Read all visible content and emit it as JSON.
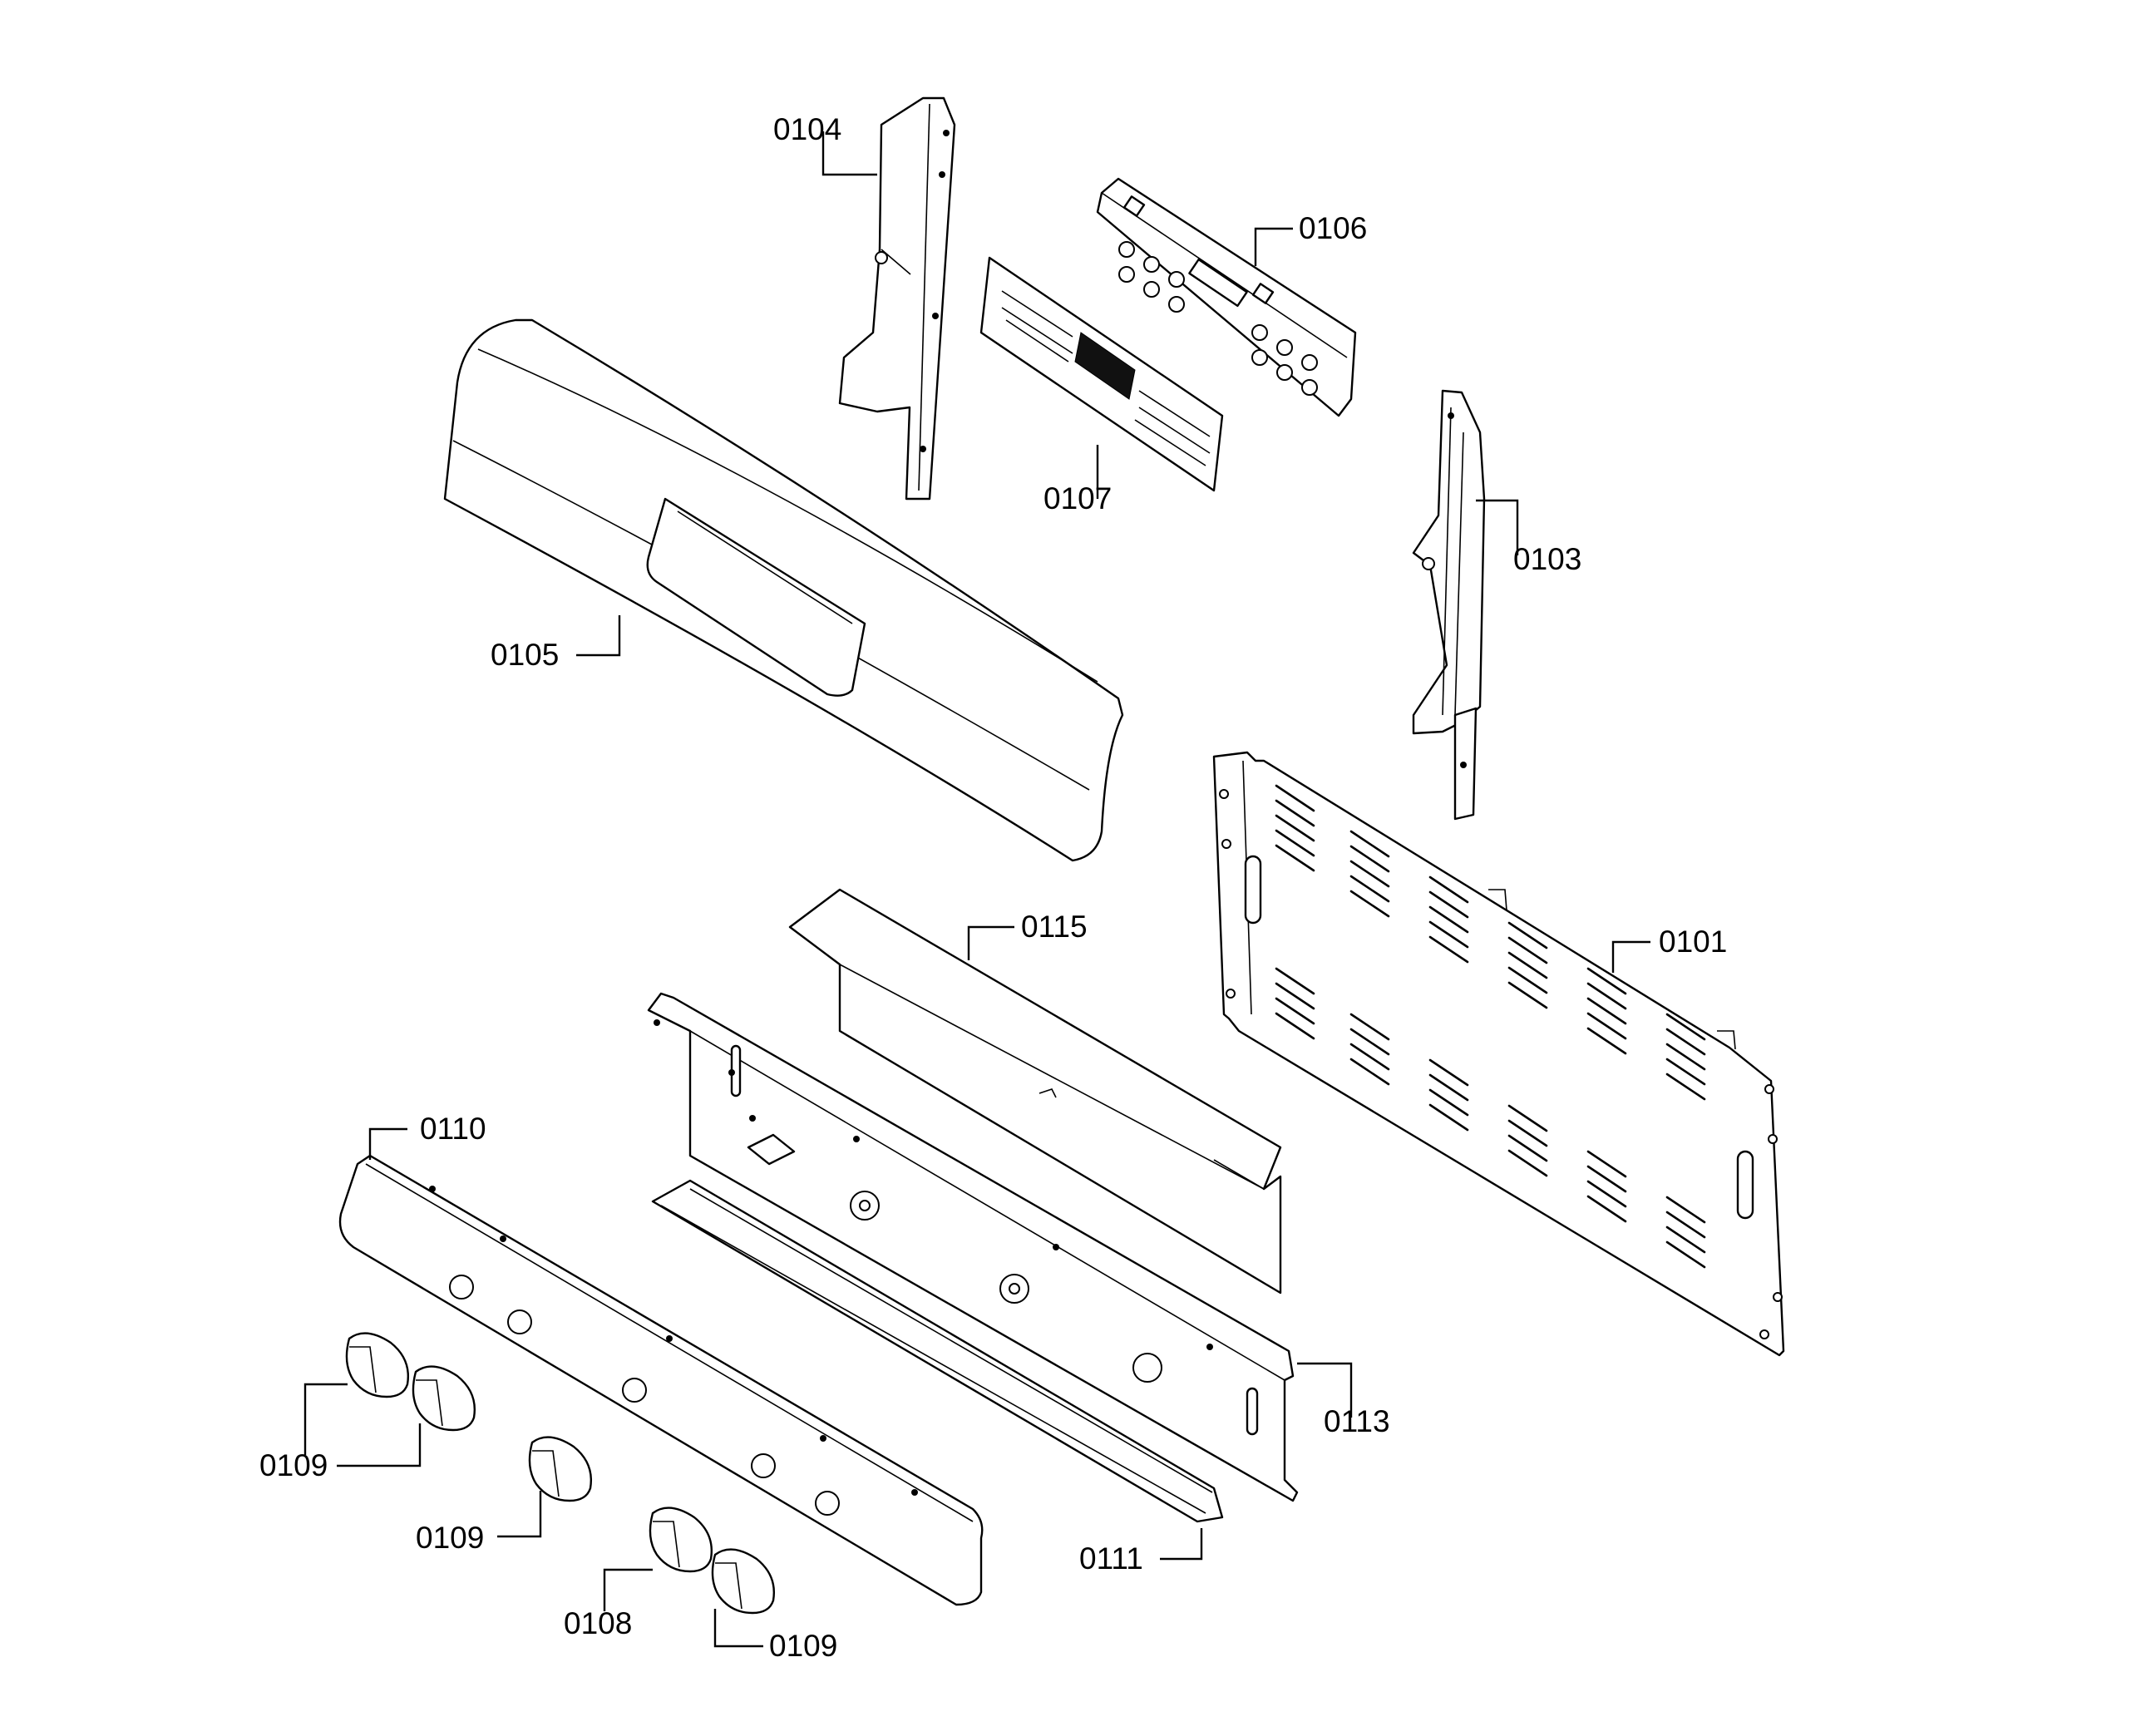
{
  "diagram": {
    "callouts": {
      "c0104": "0104",
      "c0106": "0106",
      "c0107": "0107",
      "c0103": "0103",
      "c0105": "0105",
      "c0115": "0115",
      "c0101": "0101",
      "c0110": "0110",
      "c0113": "0113",
      "c0109a": "0109",
      "c0109b": "0109",
      "c0109c": "0109",
      "c0108": "0108",
      "c0111": "0111",
      "c0109d": "0109"
    },
    "colors": {
      "line": "#000000",
      "background": "#ffffff"
    }
  }
}
